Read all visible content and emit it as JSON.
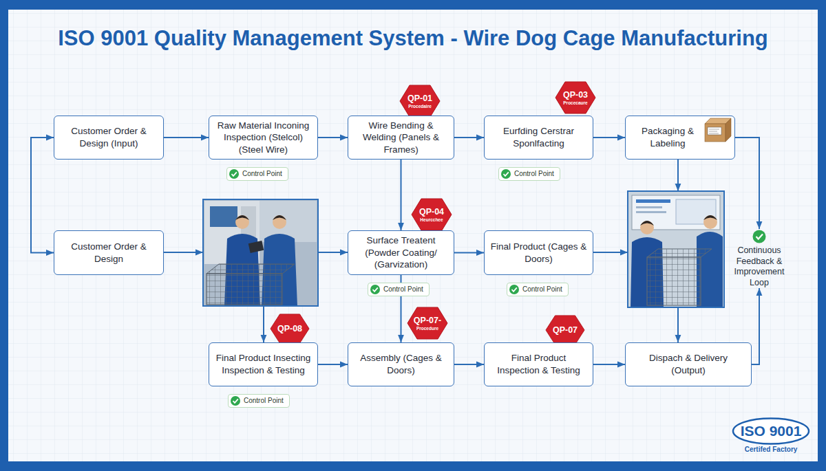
{
  "diagram": {
    "title": "ISO 9001 Quality Management System - Wire Dog Cage Manufacturing",
    "nodes": [
      {
        "text": [
          "QP-01",
          "Procedaire"
        ]
      },
      {
        "text": [
          "QP-03",
          "Procecaure"
        ]
      },
      {
        "text": [
          "Customer Order & Design (Input)"
        ]
      },
      {
        "text": [
          "Raw Material Inconing Inspection (Stelcol) (Steel Wire)"
        ]
      },
      {
        "text": [
          "Wire Bending & Welding (Panels & Frames)"
        ]
      },
      {
        "text": [
          "Eurfding Cerstrar Sponlfacting"
        ]
      },
      {
        "text": [
          "Packaging & Labeling"
        ]
      },
      {
        "text": [
          "Control Point"
        ]
      },
      {
        "text": [
          "Control Point"
        ]
      },
      {
        "text": [
          "QP-04",
          "Heurcchee"
        ]
      },
      {
        "text": [
          "Customer Order & Design"
        ]
      },
      {
        "text": [
          "Surface Treatent (Powder Coating/ (Garvization)"
        ]
      },
      {
        "text": [
          "Final Product (Cages & Doors)"
        ]
      },
      {
        "text": [
          "Continuous Feedback & Improvement Loop"
        ]
      },
      {
        "text": [
          "Control Point"
        ]
      },
      {
        "text": [
          "Control Point"
        ]
      },
      {
        "text": [
          "QP-07-",
          "Procedure"
        ]
      },
      {
        "text": [
          "QP-08"
        ]
      },
      {
        "text": [
          "QP-07"
        ]
      },
      {
        "text": [
          "Final Product Insecting Inspection & Testing"
        ]
      },
      {
        "text": [
          "Assembly (Cages & Doors)"
        ]
      },
      {
        "text": [
          "Final Product Inspection & Testing"
        ]
      },
      {
        "text": [
          "Dispach & Delivery (Output)"
        ]
      },
      {
        "text": [
          "Control Point"
        ]
      },
      {
        "text": [
          "ISO 9001",
          "Certifed Factory"
        ]
      }
    ],
    "edges": [
      {
        "from": 2,
        "to": 10,
        "arrow": "both"
      },
      {
        "from": 2,
        "to": 3,
        "arrow": "to"
      },
      {
        "from": 3,
        "to": 4,
        "arrow": "to"
      },
      {
        "from": 4,
        "to": 5,
        "arrow": "to"
      },
      {
        "from": 5,
        "to": 6,
        "arrow": "to"
      },
      {
        "from": 4,
        "to": 11,
        "arrow": "to"
      },
      {
        "from": 6,
        "to": 13,
        "arrow": "to"
      },
      {
        "from": 11,
        "to": 12,
        "arrow": "to"
      },
      {
        "from": 11,
        "to": 20,
        "arrow": "to"
      },
      {
        "from": 19,
        "to": 20,
        "arrow": "to"
      },
      {
        "from": 20,
        "to": 21,
        "arrow": "to"
      },
      {
        "from": 21,
        "to": 22,
        "arrow": "to"
      },
      {
        "from": 22,
        "to": 13,
        "arrow": "to"
      }
    ]
  }
}
